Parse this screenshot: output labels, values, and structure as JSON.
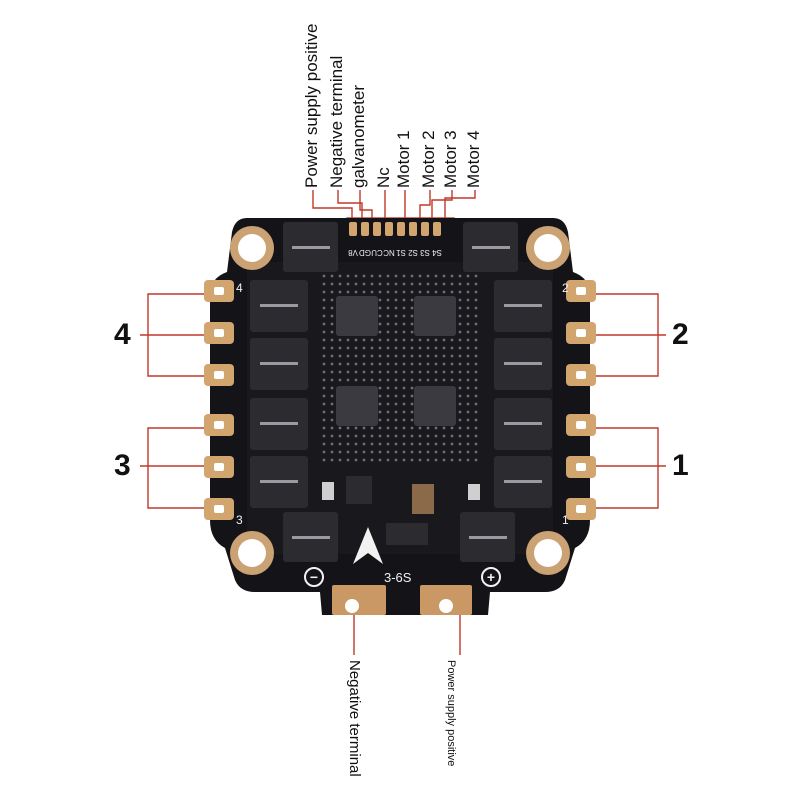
{
  "pin_labels": {
    "power_positive": "Power supply positive",
    "negative_terminal": "Negative terminal",
    "galvanometer": "galvanometer",
    "nc": "Nc",
    "motor_1": "Motor 1",
    "motor_2": "Motor 2",
    "motor_3": "Motor 3",
    "motor_4": "Motor 4"
  },
  "pad_silkscreen": [
    "V8",
    "GD",
    "CU",
    "NC",
    "S1",
    "S2",
    "S3",
    "S4"
  ],
  "motor_groups": {
    "left_top": "4",
    "right_top": "2",
    "left_bottom": "3",
    "right_bottom": "1"
  },
  "corner_numbers": {
    "top_left": "4",
    "top_right": "2",
    "bottom_left": "3",
    "bottom_right": "1"
  },
  "board": {
    "voltage": "3-6S",
    "minus_symbol": "−",
    "plus_symbol": "+"
  },
  "bottom_labels": {
    "negative": "Negative terminal",
    "positive": "Power supply positive"
  },
  "colors": {
    "leader_line": "#c0392b",
    "board": "#131318",
    "copper": "#d2a46e",
    "chip": "#2b2b30"
  }
}
